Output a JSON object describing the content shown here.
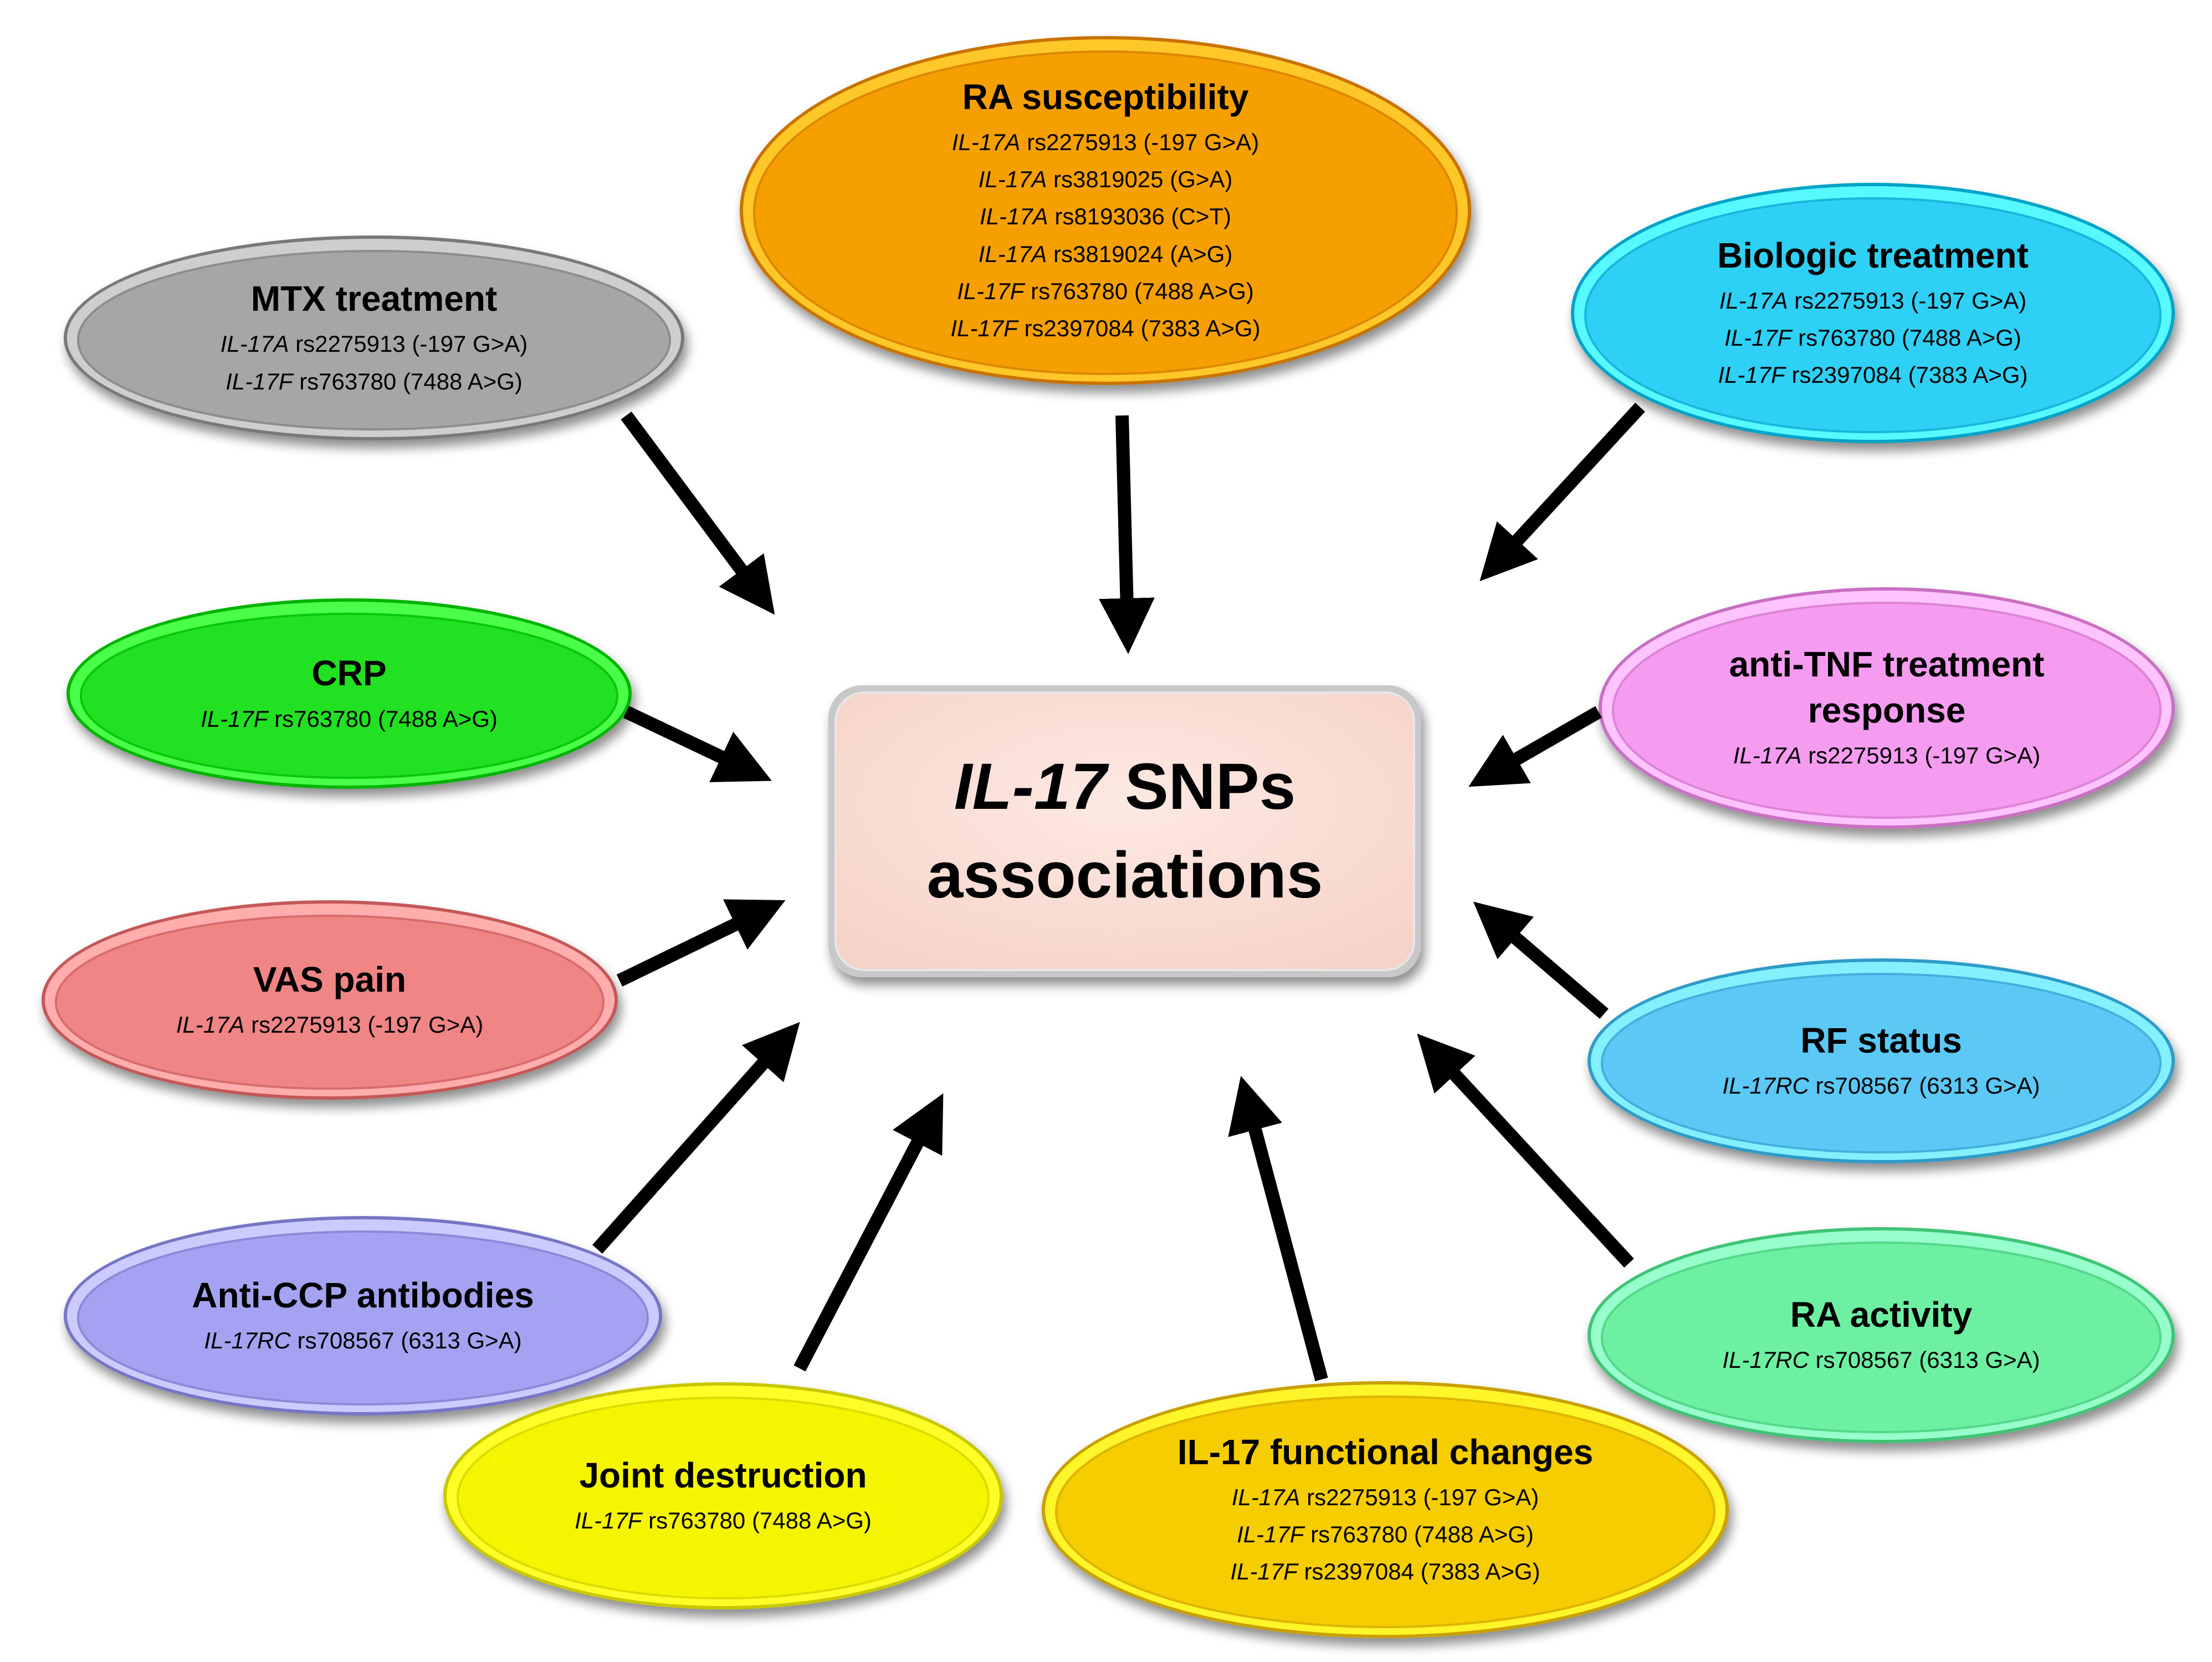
{
  "center": {
    "title_italic": "IL-17",
    "title_rest": " SNPs",
    "title_line2": "associations",
    "fill": "#fbe3dc"
  },
  "nodes": {
    "ra_susceptibility": {
      "title": "RA susceptibility",
      "color": "#f5a000",
      "snps": [
        {
          "gene": "IL-17A",
          "variant": " rs2275913 (-197 G>A)"
        },
        {
          "gene": "IL-17A",
          "variant": " rs3819025 (G>A)"
        },
        {
          "gene": "IL-17A",
          "variant": " rs8193036 (C>T)"
        },
        {
          "gene": "IL-17A",
          "variant": " rs3819024 (A>G)"
        },
        {
          "gene": "IL-17F",
          "variant": " rs763780 (7488 A>G)"
        },
        {
          "gene": "IL-17F",
          "variant": " rs2397084 (7383 A>G)"
        }
      ]
    },
    "mtx_treatment": {
      "title": "MTX treatment",
      "color": "#a6a6a6",
      "snps": [
        {
          "gene": "IL-17A",
          "variant": " rs2275913 (-197 G>A)"
        },
        {
          "gene": "IL-17F",
          "variant": " rs763780 (7488 A>G)"
        }
      ]
    },
    "biologic_treatment": {
      "title": "Biologic treatment",
      "color": "#2fd0f5",
      "snps": [
        {
          "gene": "IL-17A",
          "variant": " rs2275913 (-197 G>A)"
        },
        {
          "gene": "IL-17F",
          "variant": " rs763780 (7488 A>G)"
        },
        {
          "gene": "IL-17F",
          "variant": " rs2397084 (7383 A>G)"
        }
      ]
    },
    "crp": {
      "title": "CRP",
      "color": "#22e022",
      "snps": [
        {
          "gene": "IL-17F",
          "variant": " rs763780 (7488 A>G)"
        }
      ]
    },
    "anti_tnf": {
      "title": "anti-TNF treatment response",
      "color": "#f59cf0",
      "snps": [
        {
          "gene": "IL-17A",
          "variant": " rs2275913 (-197 G>A)"
        }
      ]
    },
    "vas_pain": {
      "title": "VAS pain",
      "color": "#f08585",
      "snps": [
        {
          "gene": "IL-17A",
          "variant": " rs2275913 (-197 G>A)"
        }
      ]
    },
    "rf_status": {
      "title": "RF status",
      "color": "#5cc8f5",
      "snps": [
        {
          "gene": "IL-17RC",
          "variant": " rs708567 (6313 G>A)"
        }
      ]
    },
    "anti_ccp": {
      "title": "Anti-CCP antibodies",
      "color": "#a3a3f2",
      "snps": [
        {
          "gene": "IL-17RC",
          "variant": " rs708567 (6313 G>A)"
        }
      ]
    },
    "ra_activity": {
      "title": "RA activity",
      "color": "#6ef0a3",
      "snps": [
        {
          "gene": "IL-17RC",
          "variant": " rs708567 (6313 G>A)"
        }
      ]
    },
    "joint_destruction": {
      "title": "Joint destruction",
      "color": "#f5f500",
      "snps": [
        {
          "gene": "IL-17F",
          "variant": " rs763780 (7488 A>G)"
        }
      ]
    },
    "il17_functional": {
      "title": "IL-17 functional changes",
      "color": "#f5cd00",
      "snps": [
        {
          "gene": "IL-17A",
          "variant": " rs2275913 (-197 G>A)"
        },
        {
          "gene": "IL-17F",
          "variant": " rs763780 (7488 A>G)"
        },
        {
          "gene": "IL-17F",
          "variant": " rs2397084 (7383 A>G)"
        }
      ]
    }
  }
}
